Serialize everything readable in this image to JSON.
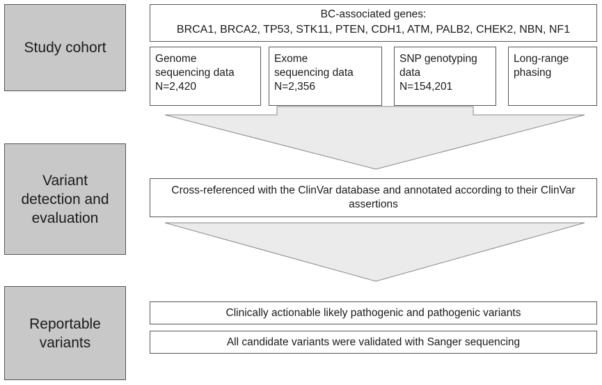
{
  "stages": [
    {
      "label": "Study cohort"
    },
    {
      "label": "Variant\ndetection and\nevaluation"
    },
    {
      "label": "Reportable\nvariants"
    }
  ],
  "genes": {
    "title": "BC-associated genes:",
    "list": "BRCA1, BRCA2, TP53, STK11, PTEN, CDH1, ATM, PALB2, CHEK2, NBN, NF1"
  },
  "sources": [
    {
      "label": "Genome\nsequencing data",
      "n": "N=2,420"
    },
    {
      "label": "Exome\nsequencing data",
      "n": "N=2,356"
    },
    {
      "label": "SNP genotyping\ndata",
      "n": "N=154,201"
    },
    {
      "label": "Long-range\nphasing",
      "n": ""
    }
  ],
  "clinvar": "Cross-referenced with the ClinVar database and annotated according to their ClinVar assertions",
  "results": [
    "Clinically actionable likely pathogenic and pathogenic variants",
    "All candidate variants were validated with Sanger sequencing"
  ],
  "colors": {
    "stage_fill": "#c8c8c8",
    "arrow_fill": "#ebebeb",
    "border": "#555555"
  }
}
